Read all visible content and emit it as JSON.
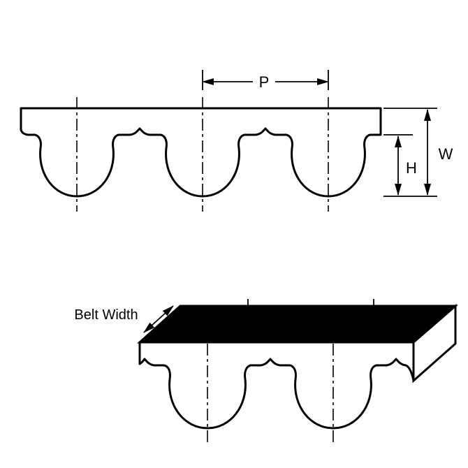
{
  "diagram": {
    "labels": {
      "pitch": "P",
      "width": "W",
      "tooth_height": "H",
      "belt_width": "Belt Width"
    },
    "colors": {
      "line": "#000000",
      "belt_fill": "#ffffff",
      "top_face": "#000000",
      "background": "#ffffff"
    }
  }
}
